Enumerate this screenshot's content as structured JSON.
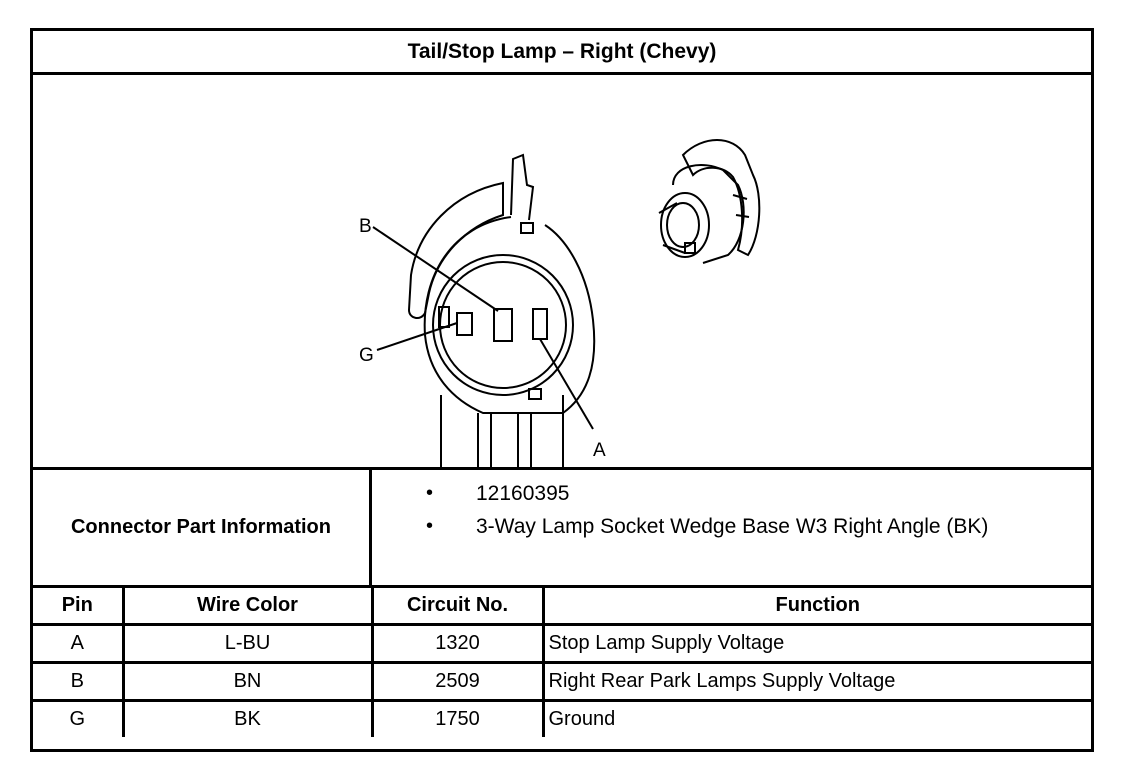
{
  "title": "Tail/Stop Lamp – Right (Chevy)",
  "diagram": {
    "callouts": {
      "b": "B",
      "g": "G",
      "a": "A"
    }
  },
  "connector_info": {
    "label": "Connector Part Information",
    "items": [
      "12160395",
      "3-Way Lamp Socket Wedge Base W3 Right Angle (BK)"
    ],
    "bullet": "•"
  },
  "pin_table": {
    "headers": {
      "pin": "Pin",
      "wire_color": "Wire Color",
      "circuit_no": "Circuit No.",
      "function": "Function"
    },
    "rows": [
      {
        "pin": "A",
        "wire_color": "L-BU",
        "circuit_no": "1320",
        "function": "Stop Lamp Supply Voltage"
      },
      {
        "pin": "B",
        "wire_color": "BN",
        "circuit_no": "2509",
        "function": "Right Rear Park Lamps Supply Voltage"
      },
      {
        "pin": "G",
        "wire_color": "BK",
        "circuit_no": "1750",
        "function": "Ground"
      }
    ]
  }
}
